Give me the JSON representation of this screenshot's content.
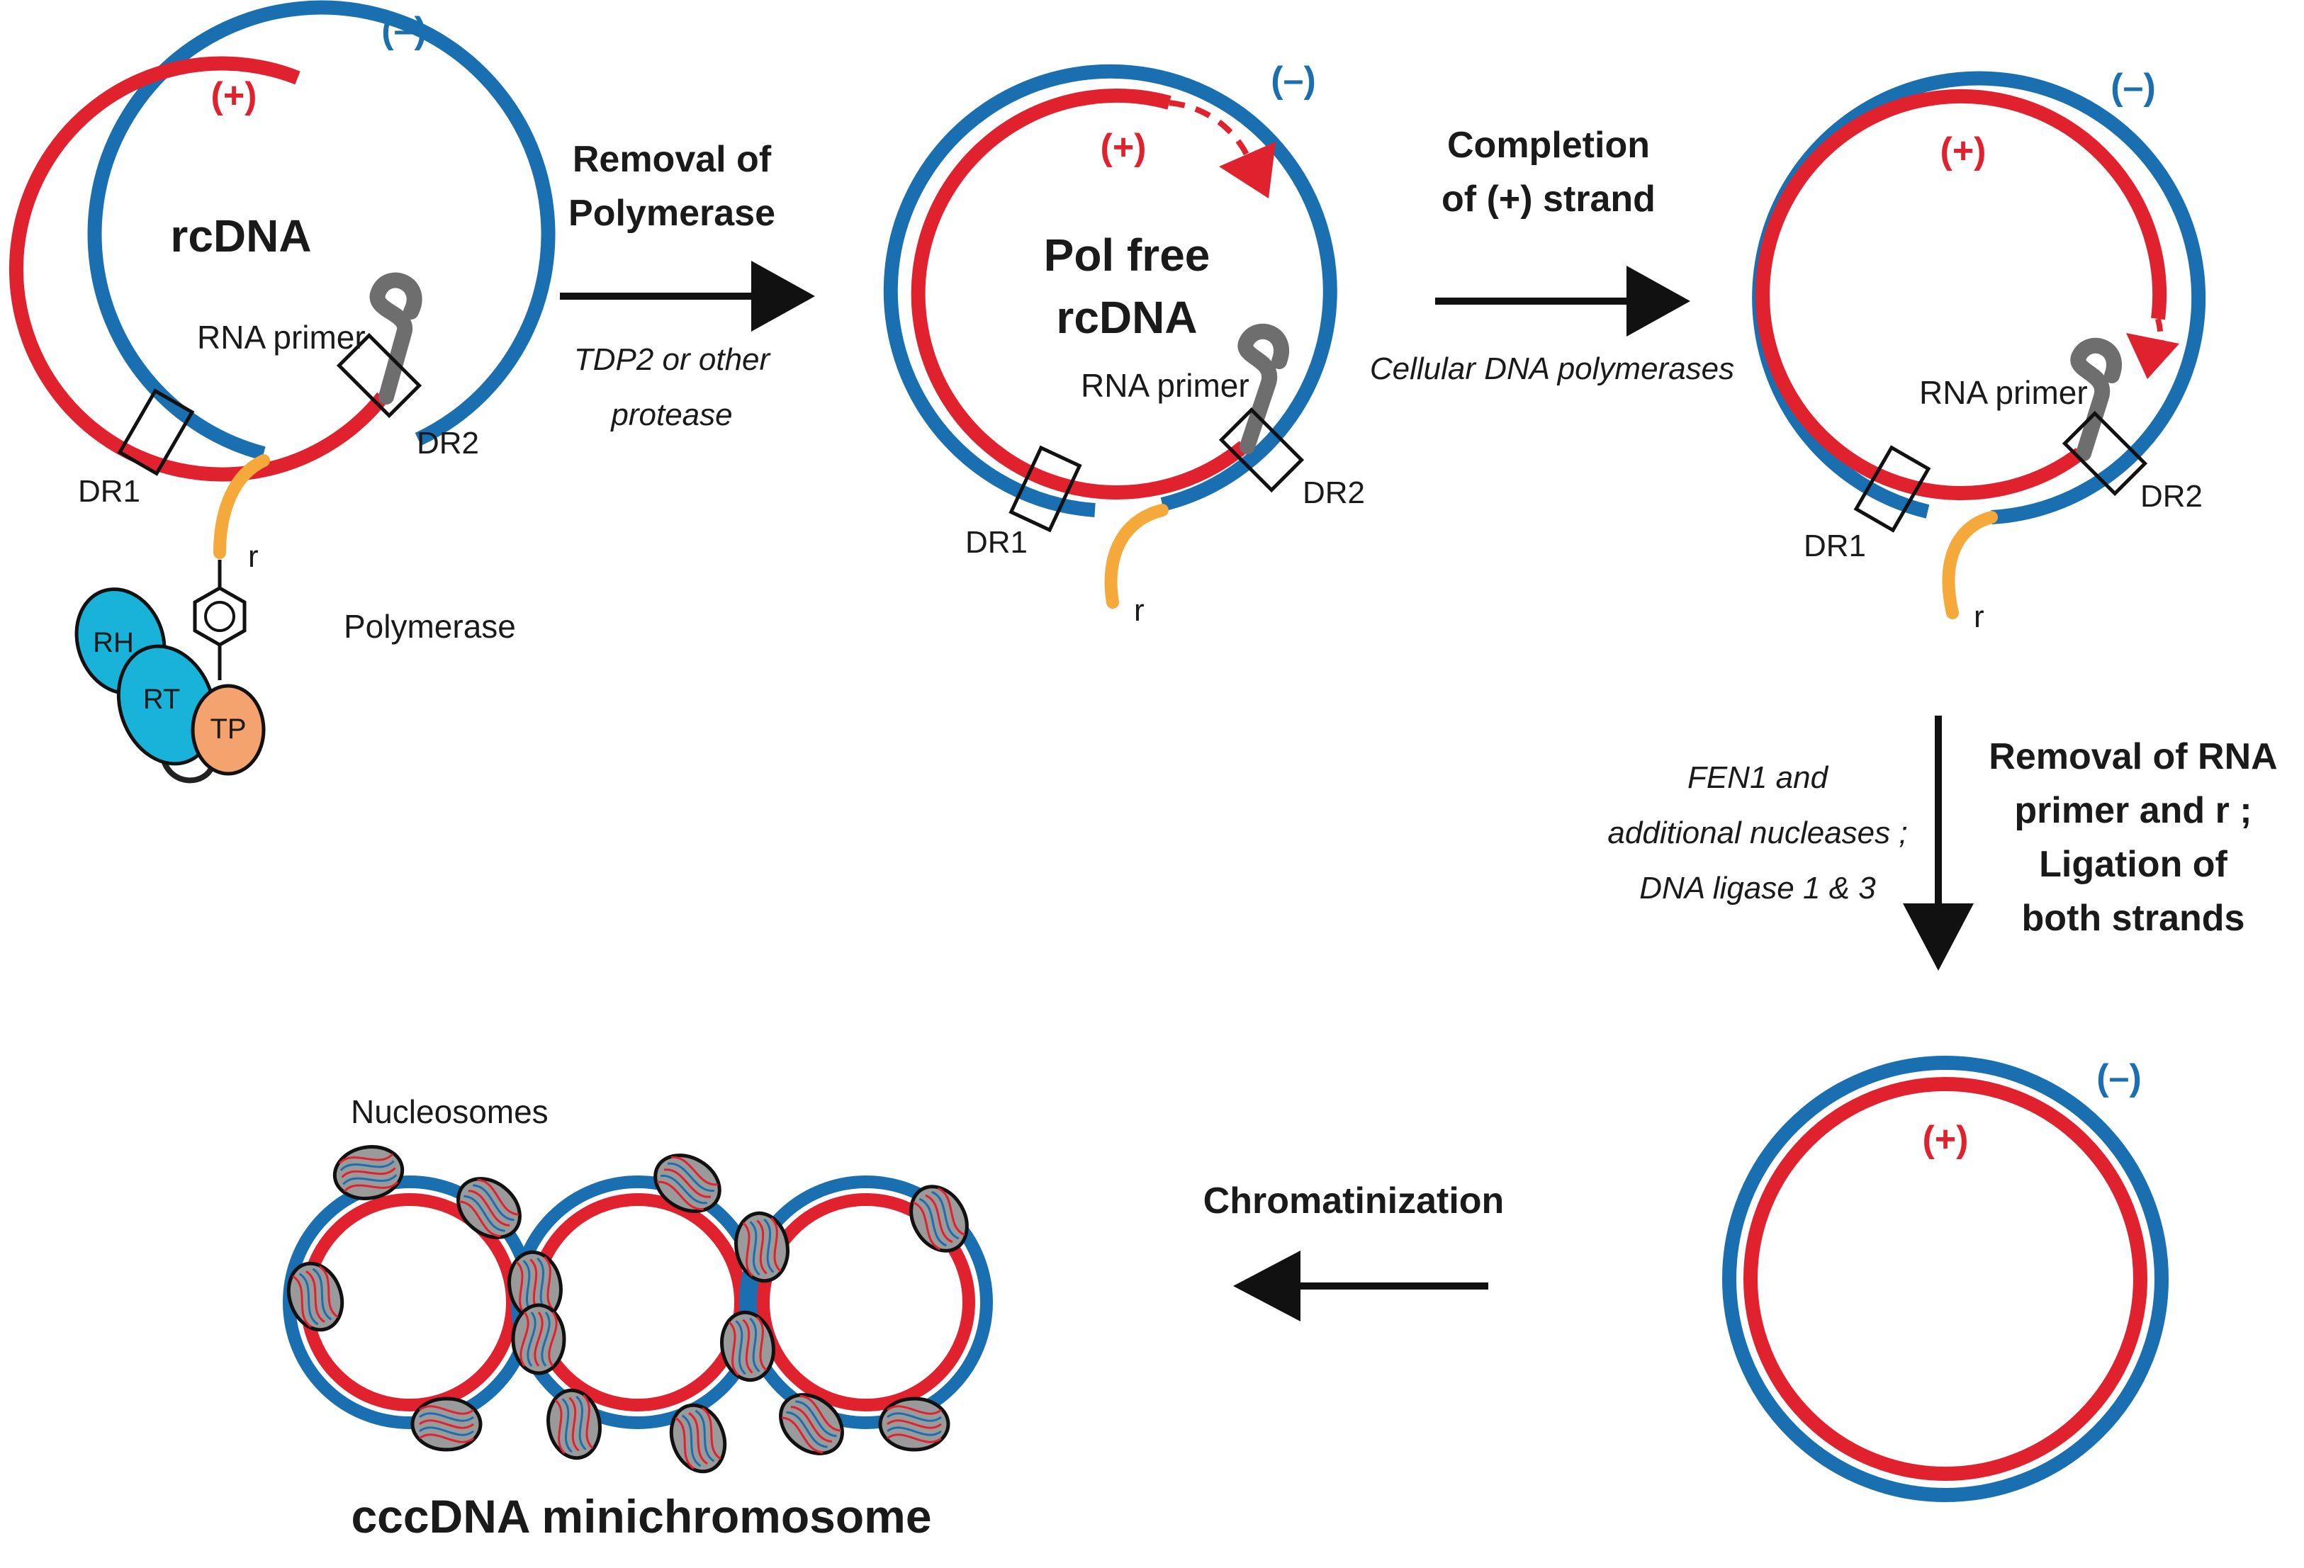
{
  "colors": {
    "minus_strand": "#1a6fb0",
    "plus_strand": "#e0222e",
    "rna_primer": "#6e6e6e",
    "r_oligo": "#f5a93a",
    "rh": "#19b3da",
    "rt": "#19b3da",
    "tp": "#f4a26e",
    "nucleosome": "#9a9a9a",
    "text": "#1a1a1a"
  },
  "step1": {
    "title": "rcDNA",
    "minus_label": "(–)",
    "plus_label": "(+)",
    "rna_primer_label": "RNA primer",
    "dr1_label": "DR1",
    "dr2_label": "DR2",
    "r_label": "r",
    "polymerase_label": "Polymerase",
    "rh_label": "RH",
    "rt_label": "RT",
    "tp_label": "TP"
  },
  "arrow1": {
    "title_line1": "Removal of",
    "title_line2": "Polymerase",
    "sub_line1": "TDP2 or other",
    "sub_line2": "protease"
  },
  "step2": {
    "title_line1": "Pol free",
    "title_line2": "rcDNA",
    "minus_label": "(–)",
    "plus_label": "(+)",
    "rna_primer_label": "RNA primer",
    "dr1_label": "DR1",
    "dr2_label": "DR2",
    "r_label": "r"
  },
  "arrow2": {
    "title_line1": "Completion",
    "title_line2": "of (+) strand",
    "sub": "Cellular DNA polymerases"
  },
  "step3": {
    "minus_label": "(–)",
    "plus_label": "(+)",
    "rna_primer_label": "RNA primer",
    "dr1_label": "DR1",
    "dr2_label": "DR2",
    "r_label": "r"
  },
  "arrow3": {
    "title_line1": "Removal of RNA",
    "title_line2": "primer and r ;",
    "title_line3": "Ligation of",
    "title_line4": "both strands",
    "sub_line1": "FEN1 and",
    "sub_line2": "additional nucleases ;",
    "sub_line3": "DNA ligase 1 & 3"
  },
  "step4": {
    "minus_label": "(–)",
    "plus_label": "(+)"
  },
  "arrow4": {
    "title": "Chromatinization"
  },
  "step5": {
    "nucleosomes_label": "Nucleosomes",
    "title": "cccDNA minichromosome"
  }
}
